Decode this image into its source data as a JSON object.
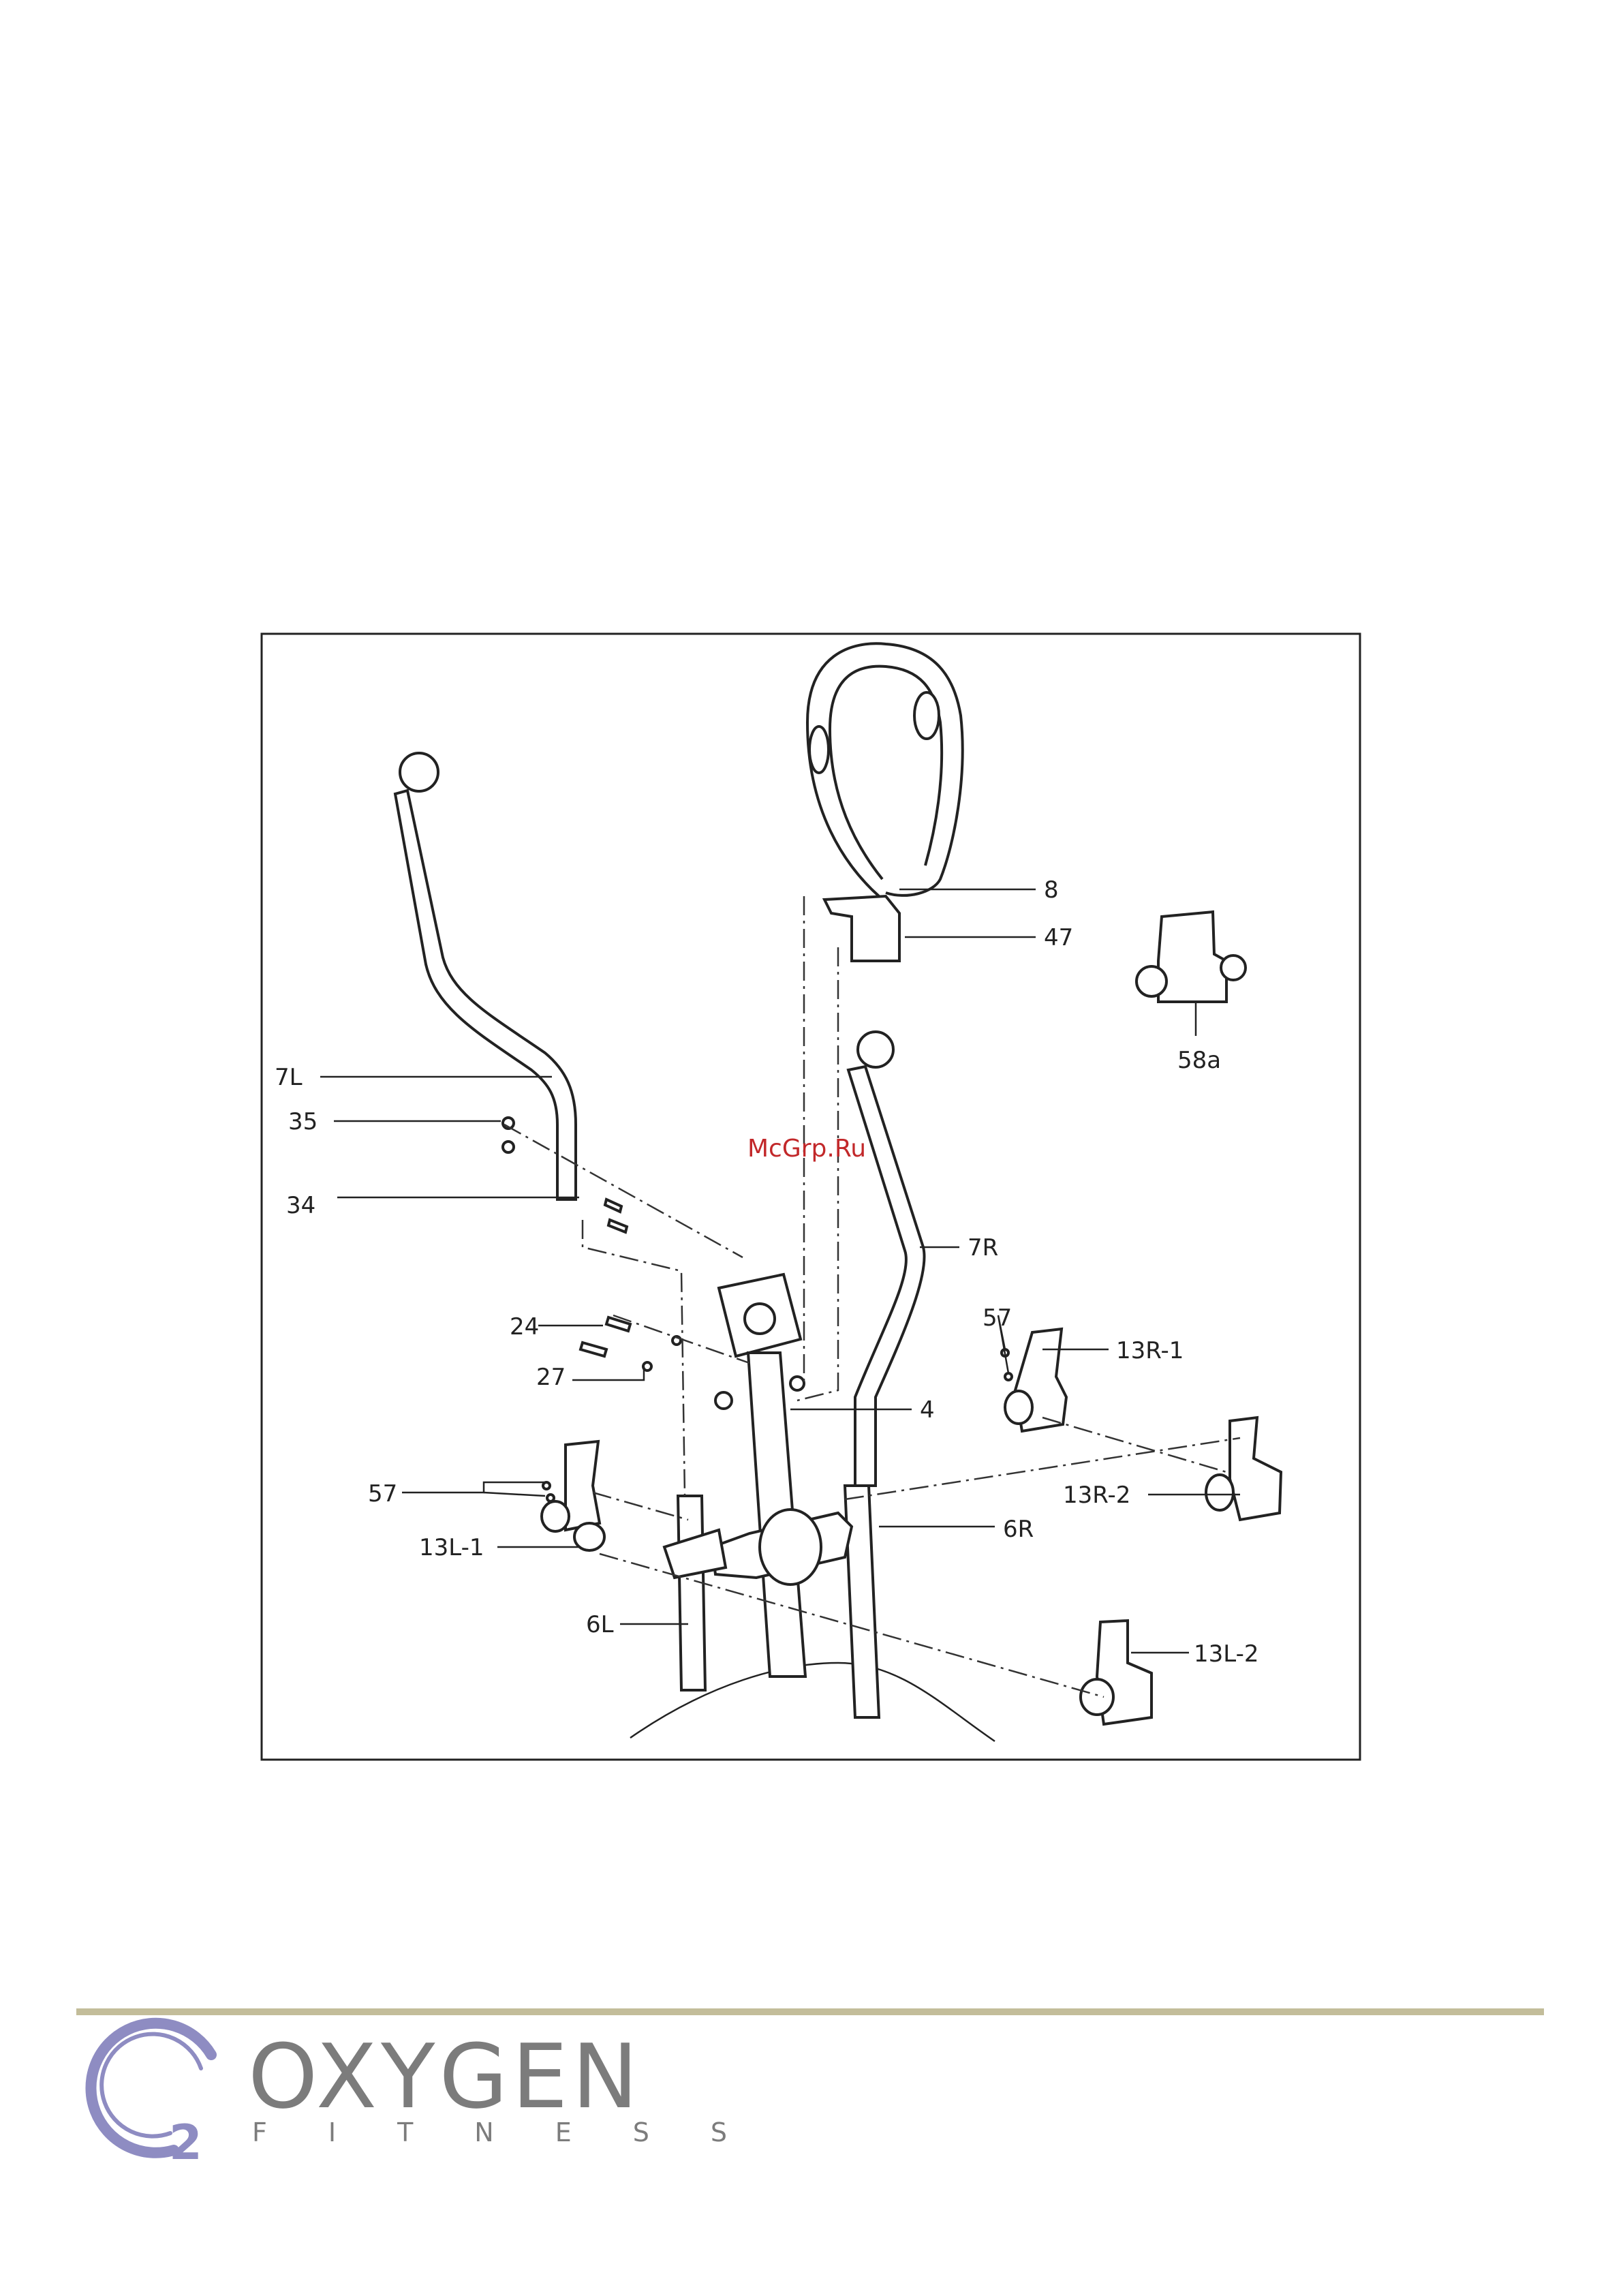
{
  "watermark": "McGrp.Ru",
  "labels": {
    "p8": "8",
    "p47": "47",
    "p58a": "58a",
    "p7L": "7L",
    "p35": "35",
    "p34": "34",
    "p7R": "7R",
    "p24": "24",
    "p27": "27",
    "p4": "4",
    "p57_right": "57",
    "p13R1": "13R-1",
    "p13R2": "13R-2",
    "p57_left": "57",
    "p13L1": "13L-1",
    "p6R": "6R",
    "p6L": "6L",
    "p13L2": "13L-2"
  },
  "brand": {
    "name": "OXYGEN",
    "sub": "FITNESS",
    "mark_subscript": "2",
    "colors": {
      "accent_line": "#c3bd9a",
      "ring": "#8e8cc2",
      "text": "#7c7c7c"
    }
  }
}
